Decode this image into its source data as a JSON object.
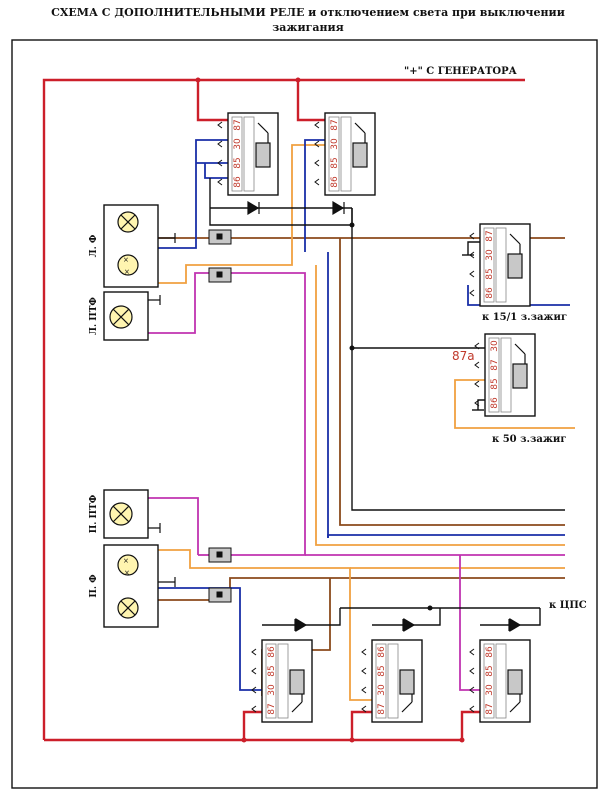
{
  "title": {
    "line1": "СХЕМА С ДОПОЛНИТЕЛЬНЫМИ РЕЛЕ  и отключением света при выключении",
    "line2": "зажигания"
  },
  "labels": {
    "generator": "\"+\" С ГЕНЕРАТОРА",
    "ign_15": "к 15/1 з.зажиг",
    "ign_50": "к 50 з.зажиг",
    "cps": "к ЦПС",
    "pin_87a": "87а"
  },
  "lamps": {
    "left_head": "Л. Ф",
    "left_fog": "Л. ПТФ",
    "right_fog": "П. ПТФ",
    "right_head": "П. Ф"
  },
  "relay_pins": {
    "p87": "87",
    "p30": "30",
    "p85": "85",
    "p86": "86"
  },
  "colors": {
    "power": "#cc1f2a",
    "brown": "#8b4a1c",
    "orange": "#f0a040",
    "blue": "#1a2fa8",
    "magenta": "#c033b0",
    "black": "#111111"
  }
}
